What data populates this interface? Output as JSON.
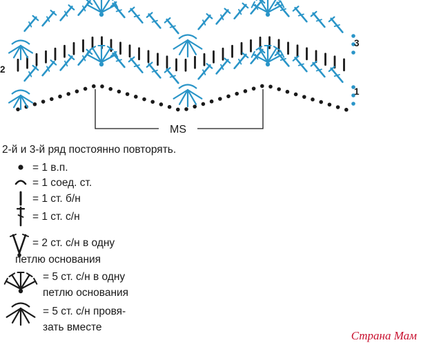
{
  "diagram": {
    "row_labels": {
      "row1": "1",
      "row2": "2",
      "row3": "3"
    },
    "repeat_label": "MS",
    "colors": {
      "symbol": "#2a95c8",
      "ink": "#1a1a1a"
    }
  },
  "legend": {
    "title": "2-й и 3-й ряд постоянно повторять.",
    "items": [
      {
        "icon": "chain-stitch-dot-icon",
        "lines": [
          "= 1 в.п."
        ]
      },
      {
        "icon": "slip-stitch-arc-icon",
        "lines": [
          "= 1 соед. ст."
        ]
      },
      {
        "icon": "single-crochet-bar-icon",
        "lines": [
          "= 1 ст. б/н"
        ]
      },
      {
        "icon": "double-crochet-tee-icon",
        "lines": [
          "= 1 ст. с/н"
        ]
      },
      {
        "icon": "v-stitch-icon",
        "lines": [
          "= 2 ст. с/н в одну",
          "петлю основания"
        ]
      },
      {
        "icon": "shell-fan-icon",
        "lines": [
          "= 5 ст. с/н в одну",
          "петлю основания"
        ]
      },
      {
        "icon": "cluster-decrease-icon",
        "lines": [
          "= 5 ст. с/н провя-",
          "зать вместе"
        ]
      }
    ]
  },
  "watermark": {
    "text": "Страна Мам"
  }
}
